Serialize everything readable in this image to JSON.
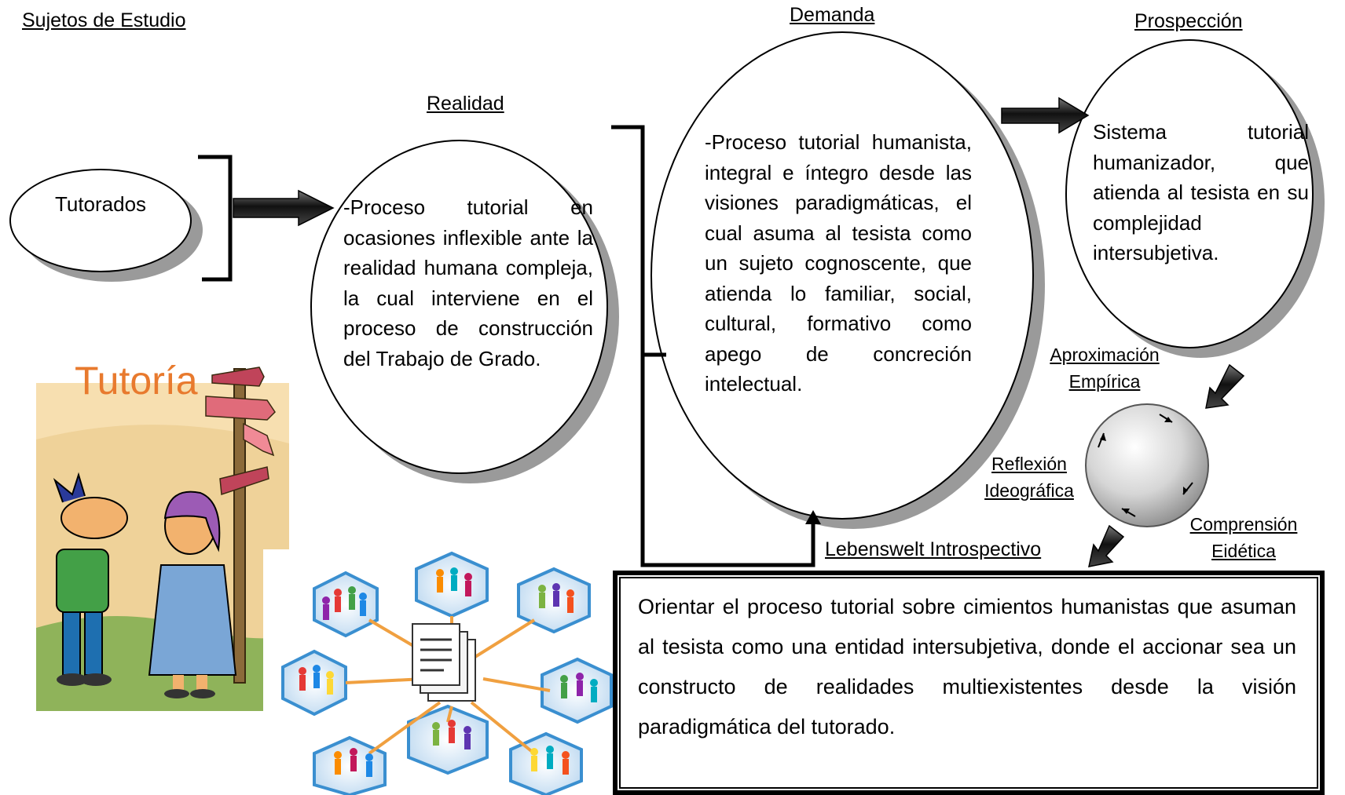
{
  "labels": {
    "sujetos": "Sujetos de Estudio",
    "realidad": "Realidad",
    "demanda": "Demanda",
    "prospeccion": "Prospección",
    "lebenswelt": "Lebenswelt Introspectivo",
    "aproximacion": [
      "Aproximación",
      "Empírica"
    ],
    "reflexion": [
      "Reflexión",
      "Ideográfica"
    ],
    "comprension": [
      "Comprensión",
      "Eidética"
    ]
  },
  "nodes": {
    "tutorados": "Tutorados",
    "realidad_text": "-Proceso tutorial en ocasiones inflexible ante la realidad humana compleja, la cual interviene en el proceso de construcción del Trabajo de Grado.",
    "demanda_text": "-Proceso tutorial humanista, integral e íntegro desde las visiones paradigmáticas, el cual asuma al tesista como un sujeto cognoscente, que atienda lo familiar, social, cultural, formativo como apego de concreción intelectual.",
    "prospeccion_text": "Sistema tutorial humanizador, que atienda al tesista en su complejidad intersubjetiva.",
    "conclusion": "Orientar el proceso tutorial sobre cimientos humanistas que asuman al tesista como una entidad intersubjetiva, donde el accionar sea un constructo de realidades multiexistentes desde la visión paradigmática del tutorado."
  },
  "images": {
    "tutoria_word": "Tutoría"
  }
}
